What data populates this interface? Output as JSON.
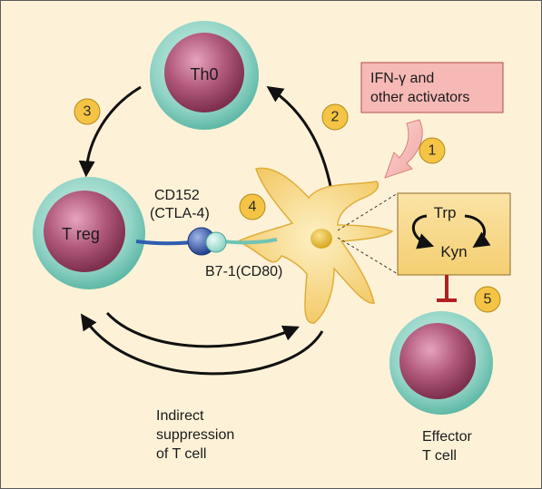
{
  "cells": {
    "th0": "Th0",
    "treg": "T reg"
  },
  "molecules": {
    "cd152_line1": "CD152",
    "cd152_line2": "(CTLA-4)",
    "b7": "B7-1(CD80)"
  },
  "activators": {
    "line1": "IFN-γ and",
    "line2": "other activators"
  },
  "metabolism": {
    "trp": "Trp",
    "kyn": "Kyn"
  },
  "indirect": {
    "line1": "Indirect",
    "line2": "suppression",
    "line3": "of T cell"
  },
  "effector": {
    "line1": "Effector",
    "line2": "T cell"
  },
  "steps": [
    "1",
    "2",
    "3",
    "4",
    "5"
  ],
  "colors": {
    "background": "#fdf2d8",
    "cell_outer": "#8fd3c6",
    "cell_nucleus": "#a04a6a",
    "dendritic_cell": "#f8d57a",
    "badge": "#f6c445",
    "activator_box": "#f6b9b6",
    "inhibit_bar": "#b02020"
  }
}
